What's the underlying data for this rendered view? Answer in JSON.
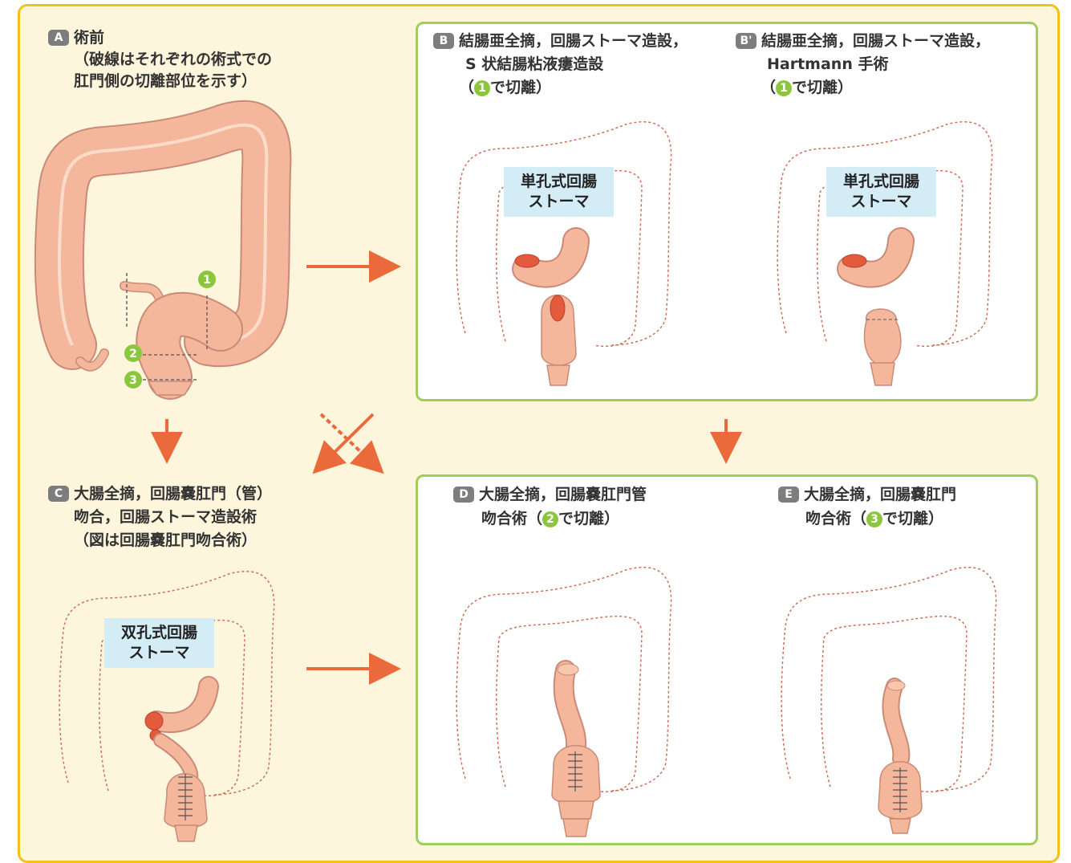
{
  "panel_a": {
    "badge": "A",
    "title": "術前",
    "note_line1": "（破線はそれぞれの術式での",
    "note_line2": "肛門側の切離部位を示す）",
    "markers": [
      "1",
      "2",
      "3"
    ]
  },
  "panel_b": {
    "badge": "B",
    "line1": "結腸亜全摘，回腸ストーマ造設，",
    "line2": "S 状結腸粘液瘻造設",
    "cut_prefix": "（",
    "cut_num": "1",
    "cut_suffix": "で切離）",
    "stoma": [
      "単孔式回腸",
      "ストーマ"
    ]
  },
  "panel_b2": {
    "badge": "B'",
    "line1": "結腸亜全摘，回腸ストーマ造設，",
    "line2": "Hartmann 手術",
    "cut_prefix": "（",
    "cut_num": "1",
    "cut_suffix": "で切離）",
    "stoma": [
      "単孔式回腸",
      "ストーマ"
    ]
  },
  "panel_c": {
    "badge": "C",
    "line1": "大腸全摘，回腸嚢肛門（管）",
    "line2": "吻合，回腸ストーマ造設術",
    "line3": "（図は回腸嚢肛門吻合術）",
    "stoma": [
      "双孔式回腸",
      "ストーマ"
    ]
  },
  "panel_d": {
    "badge": "D",
    "line1": "大腸全摘，回腸嚢肛門管",
    "line2_prefix": "吻合術（",
    "cut_num": "2",
    "cut_suffix": "で切離）"
  },
  "panel_e": {
    "badge": "E",
    "line1": "大腸全摘，回腸嚢肛門",
    "line2_prefix": "吻合術（",
    "cut_num": "3",
    "cut_suffix": "で切離）"
  },
  "colors": {
    "frame": "#f2c21b",
    "frame_bg": "#fdf6dd",
    "panel_border": "#9fce5c",
    "bowel": "#f5b79b",
    "bowel_edge": "#c98a78",
    "arrow": "#ea6a3c",
    "number_badge": "#8cc63f",
    "stoma_box": "#d3ecf5"
  }
}
